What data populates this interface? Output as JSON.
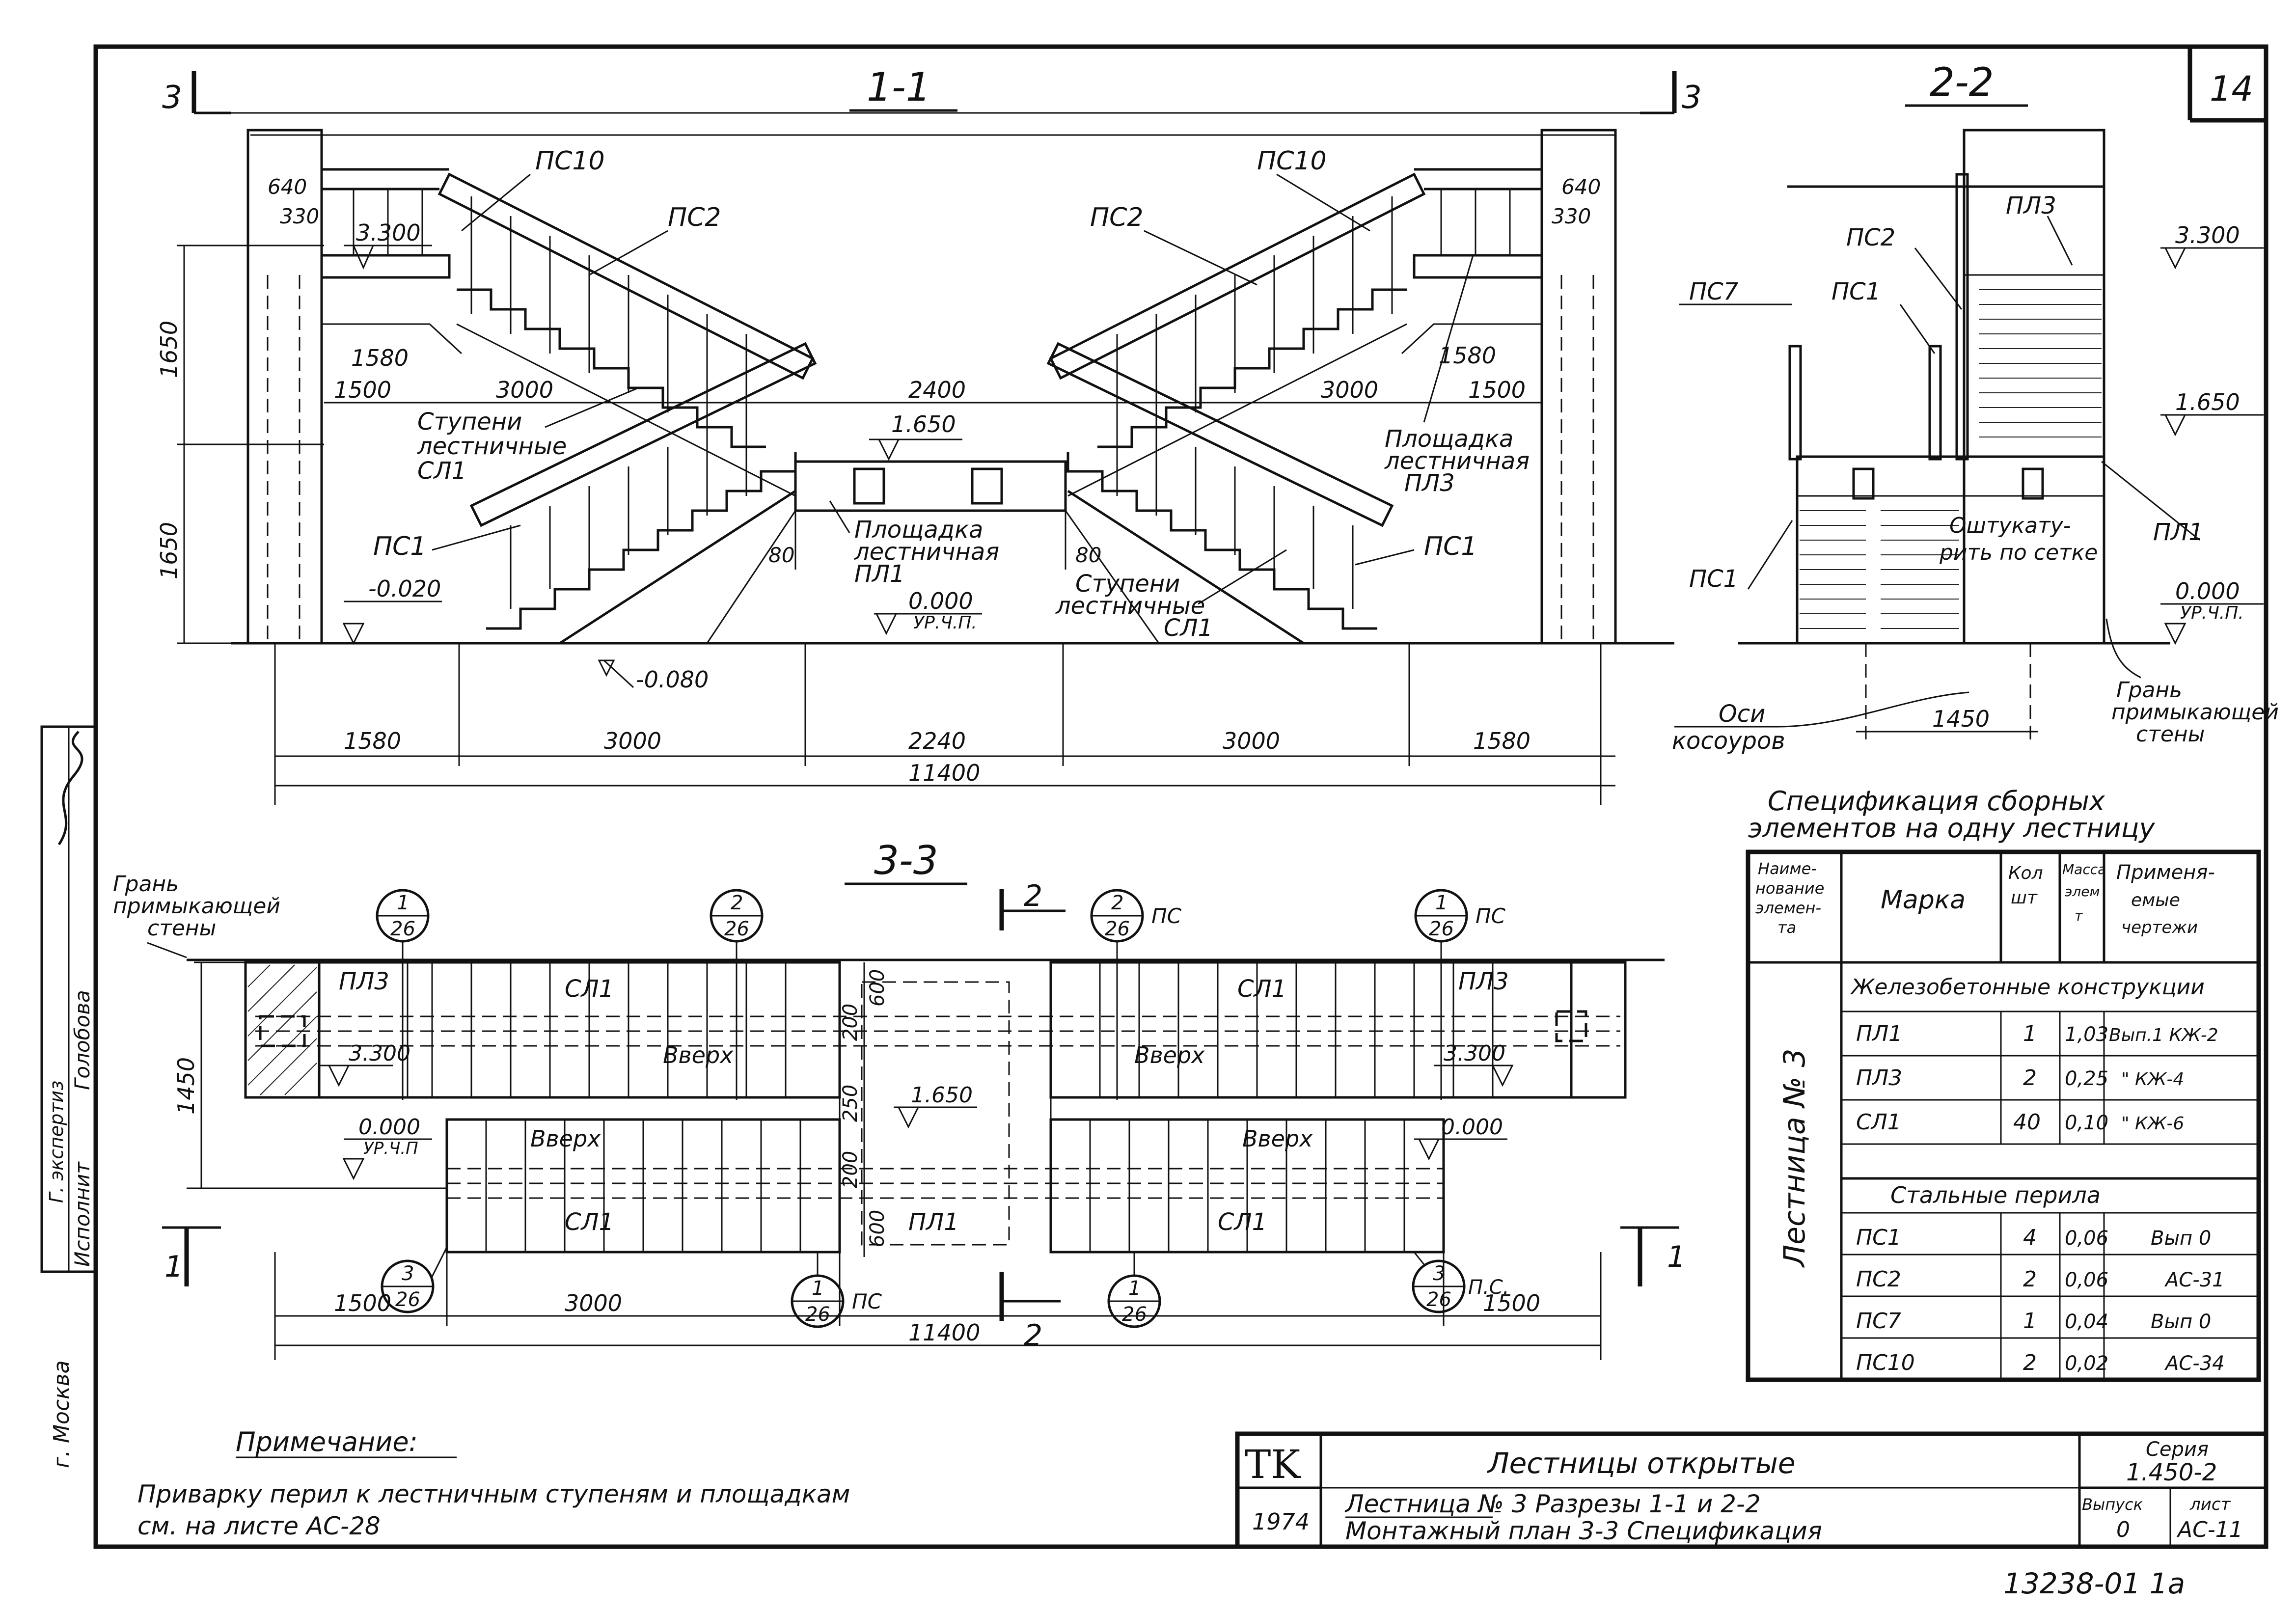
{
  "sheet": {
    "number": "14",
    "archive_number": "13238-01 1a"
  },
  "side_stamp": {
    "city": "г. Москва",
    "executor_label": "Исполнит",
    "executor_name": "Голобова",
    "role_label": "Г. экспертиз"
  },
  "section_1_1": {
    "title": "1-1",
    "axis_marks": [
      "3",
      "3"
    ],
    "labels": {
      "ps10_left": "ПС10",
      "ps10_right": "ПС10",
      "ps2_left": "ПС2",
      "ps2_right": "ПС2",
      "ps1_left": "ПС1",
      "ps1_right": "ПС1",
      "steps_left": "Ступени лестничные СЛ1",
      "steps_right": "Ступени лестничные СЛ1",
      "landing_pl1": "Площадка лестничная ПЛ1",
      "landing_pl3": "Площадка лестничная ПЛ3"
    },
    "elevations": {
      "top_left": "3.300",
      "mid": "1.650",
      "ground_left": "-0.020",
      "zero": "0.000",
      "zero_note": "УР.Ч.П.",
      "below": "-0.080"
    },
    "dims": {
      "d640": "640",
      "d330": "330",
      "d1580": "1580",
      "d1500": "1500",
      "d3000": "3000",
      "d2400": "2400",
      "d80": "80",
      "v1650_top": "1650",
      "v1650_bottom": "1650",
      "bottom_row": [
        "1580",
        "3000",
        "2240",
        "3000",
        "1580"
      ],
      "total": "11400"
    }
  },
  "section_2_2": {
    "title": "2-2",
    "labels": {
      "pl3": "ПЛ3",
      "ps2": "ПС2",
      "ps7": "ПС7",
      "ps1_top": "ПС1",
      "ps1_left": "ПС1",
      "pl1": "ПЛ1",
      "plaster": "Оштукату-рить по сетке",
      "stringers": "Оси косоуров",
      "wall_face": "Грань примыкающей стены"
    },
    "elevations": {
      "top": "3.300",
      "mid": "1.650",
      "zero": "0.000",
      "zero_note": "УР.Ч.П."
    },
    "dims": {
      "width": "1450"
    }
  },
  "section_3_3": {
    "title": "3-3",
    "wall_label": "Грань примыкающей стены",
    "labels": {
      "pl3_left": "ПЛ3",
      "pl3_right": "ПЛ3",
      "sl1_top_left": "СЛ1",
      "sl1_top_right": "СЛ1",
      "sl1_bot_left": "СЛ1",
      "sl1_bot_right": "СЛ1",
      "up_1": "Вверх",
      "up_2": "Вверх",
      "up_3": "Вверх",
      "up_4": "Вверх",
      "pl1": "ПЛ1",
      "ps": "ПС",
      "ps_dot": "П.С."
    },
    "callouts_top": [
      {
        "num": "1",
        "sheet": "26",
        "suffix": ""
      },
      {
        "num": "2",
        "sheet": "26",
        "suffix": ""
      },
      {
        "num": "2",
        "sheet": "26",
        "suffix": "ПС"
      },
      {
        "num": "1",
        "sheet": "26",
        "suffix": "ПС"
      }
    ],
    "callouts_bottom": [
      {
        "num": "3",
        "sheet": "26",
        "suffix": ""
      },
      {
        "num": "1",
        "sheet": "26",
        "suffix": "ПС"
      },
      {
        "num": "1",
        "sheet": "26",
        "suffix": ""
      },
      {
        "num": "3",
        "sheet": "26",
        "suffix": "П.С."
      }
    ],
    "elevations": {
      "left": "3.300",
      "right": "3.300",
      "mid": "1.650",
      "zero_left": "0.000",
      "zero_left_note": "УР.Ч.П",
      "zero_right": "0.000"
    },
    "dims": {
      "v1450": "1450",
      "v600_top": "600",
      "v200_top": "200",
      "v250": "250",
      "v200_bot": "200",
      "v600_bot": "600",
      "bottom_left_1500": "1500",
      "bottom_3000": "3000",
      "bottom_right_1500": "1500",
      "total": "11400"
    },
    "cut_marks": {
      "section_2_top": "2",
      "section_2_bottom": "2",
      "section_1_left": "1",
      "section_1_right": "1"
    }
  },
  "spec": {
    "title_line1": "Спецификация сборных",
    "title_line2": "элементов на одну лестницу",
    "headers": [
      "Наиме-нование элемен-та",
      "Марка",
      "Кол шт",
      "Масса элем т",
      "Применяемые чертежи"
    ],
    "group_label": "Лестница № 3",
    "section_concrete": "Железобетонные конструкции",
    "section_steel": "Стальные перила",
    "rows_concrete": [
      {
        "mark": "ПЛ1",
        "qty": "1",
        "mass": "1,03",
        "ref": "Вып.1 КЖ-2"
      },
      {
        "mark": "ПЛ3",
        "qty": "2",
        "mass": "0,25",
        "ref": "\"  КЖ-4"
      },
      {
        "mark": "СЛ1",
        "qty": "40",
        "mass": "0,10",
        "ref": "\"  КЖ-6"
      }
    ],
    "rows_steel": [
      {
        "mark": "ПС1",
        "qty": "4",
        "mass": "0,06",
        "ref": "Вып 0"
      },
      {
        "mark": "ПС2",
        "qty": "2",
        "mass": "0,06",
        "ref": "АС-31"
      },
      {
        "mark": "ПС7",
        "qty": "1",
        "mass": "0,04",
        "ref": "Вып 0"
      },
      {
        "mark": "ПС10",
        "qty": "2",
        "mass": "0,02",
        "ref": "АС-34"
      }
    ]
  },
  "note": {
    "title": "Примечание:",
    "line1": "Приварку перил к лестничным ступеням и площадкам",
    "line2": "см. на листе АС-28"
  },
  "title_block": {
    "logo": "TK",
    "year": "1974",
    "title": "Лестницы открытые",
    "subtitle_1": "Лестница № 3   Разрезы 1-1 и 2-2",
    "subtitle_2": "Монтажный план 3-3  Спецификация",
    "series_label": "Серия",
    "series_value": "1.450-2",
    "issue_label": "Выпуск",
    "issue_value": "0",
    "sheet_label": "лист",
    "sheet_value": "АС-11"
  }
}
